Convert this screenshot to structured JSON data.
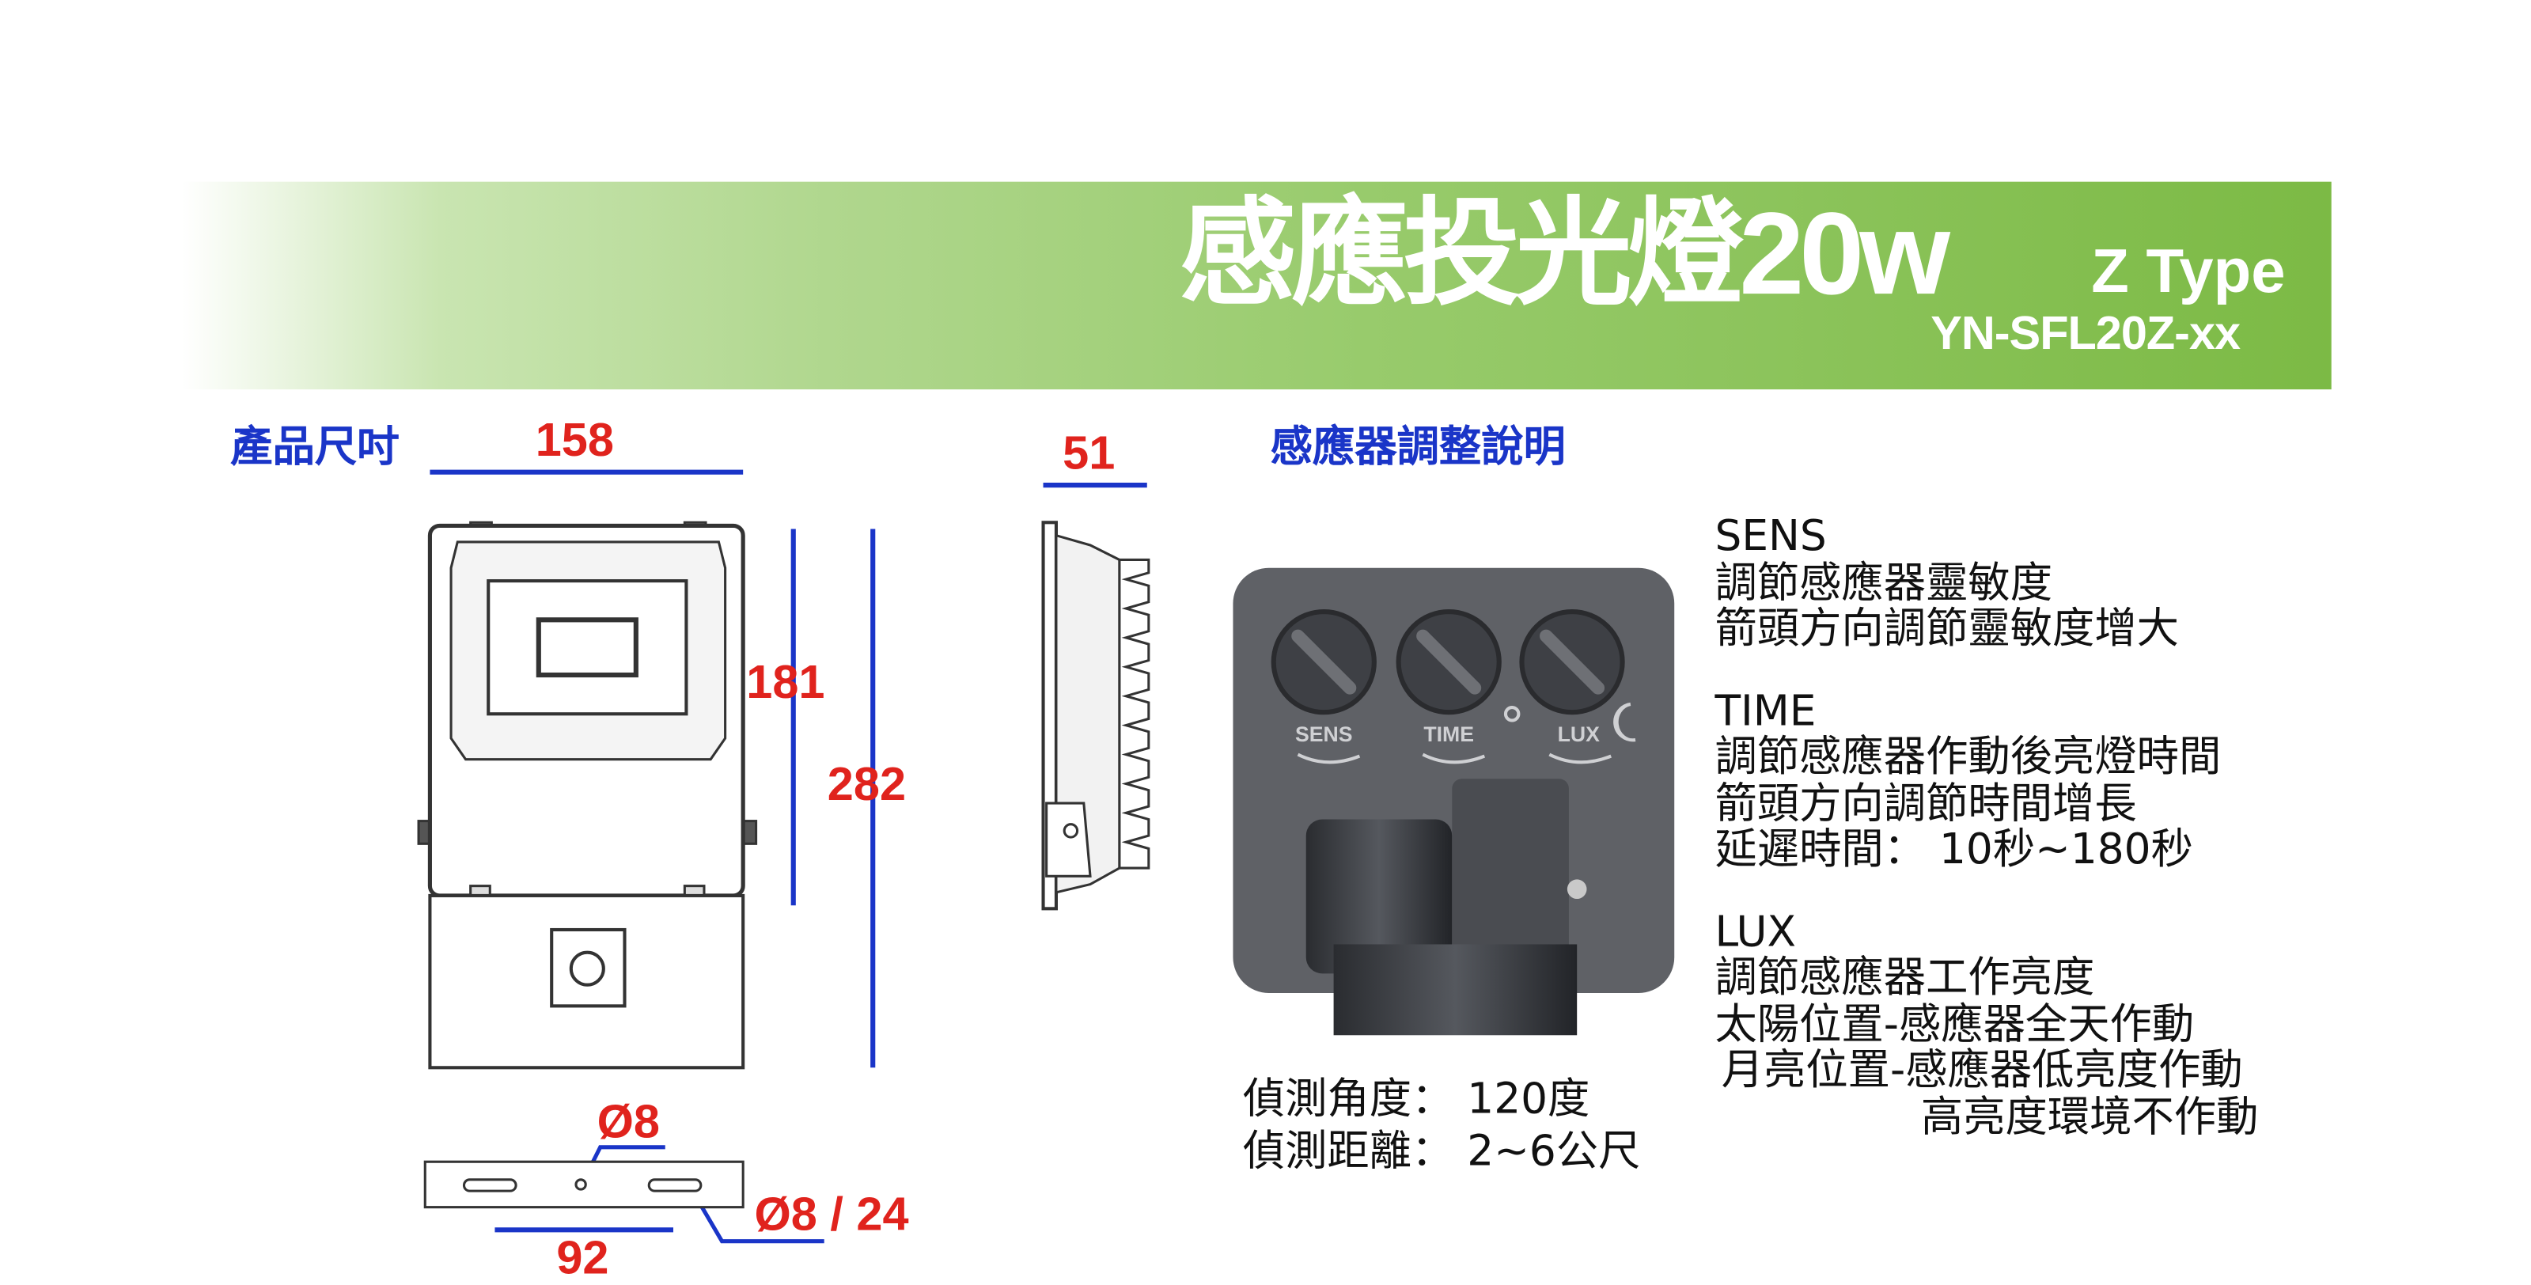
{
  "banner": {
    "title": "感應投光燈20w",
    "type": "Z Type",
    "model": "YN-SFL20Z-xx",
    "colors": {
      "start": "#ffffff",
      "end": "#7cba45"
    }
  },
  "dimensions": {
    "section_title": "產品尺吋",
    "width": "158",
    "depth": "51",
    "lamp_height": "181",
    "total_height": "282",
    "hole_small": "Ø8",
    "hole_slot": "Ø8 / 24",
    "bracket_width": "92",
    "colors": {
      "text": "#e0231d",
      "line": "#1a35c8"
    }
  },
  "sensor": {
    "section_title": "感應器調整說明",
    "knob_labels": [
      "SENS",
      "TIME",
      "LUX"
    ],
    "detection_angle": "偵測角度： 120度",
    "detection_range": "偵測距離： 2~6公尺",
    "sections": [
      {
        "heading": "SENS",
        "lines": [
          "調節感應器靈敏度",
          "箭頭方向調節靈敏度增大"
        ]
      },
      {
        "heading": "TIME",
        "lines": [
          "調節感應器作動後亮燈時間",
          "箭頭方向調節時間增長",
          "延遲時間： 10秒~180秒"
        ]
      },
      {
        "heading": "LUX",
        "lines": [
          "調節感應器工作亮度",
          "太陽位置-感應器全天作動",
          "月亮位置-感應器低亮度作動",
          "高亮度環境不作動"
        ]
      }
    ]
  }
}
